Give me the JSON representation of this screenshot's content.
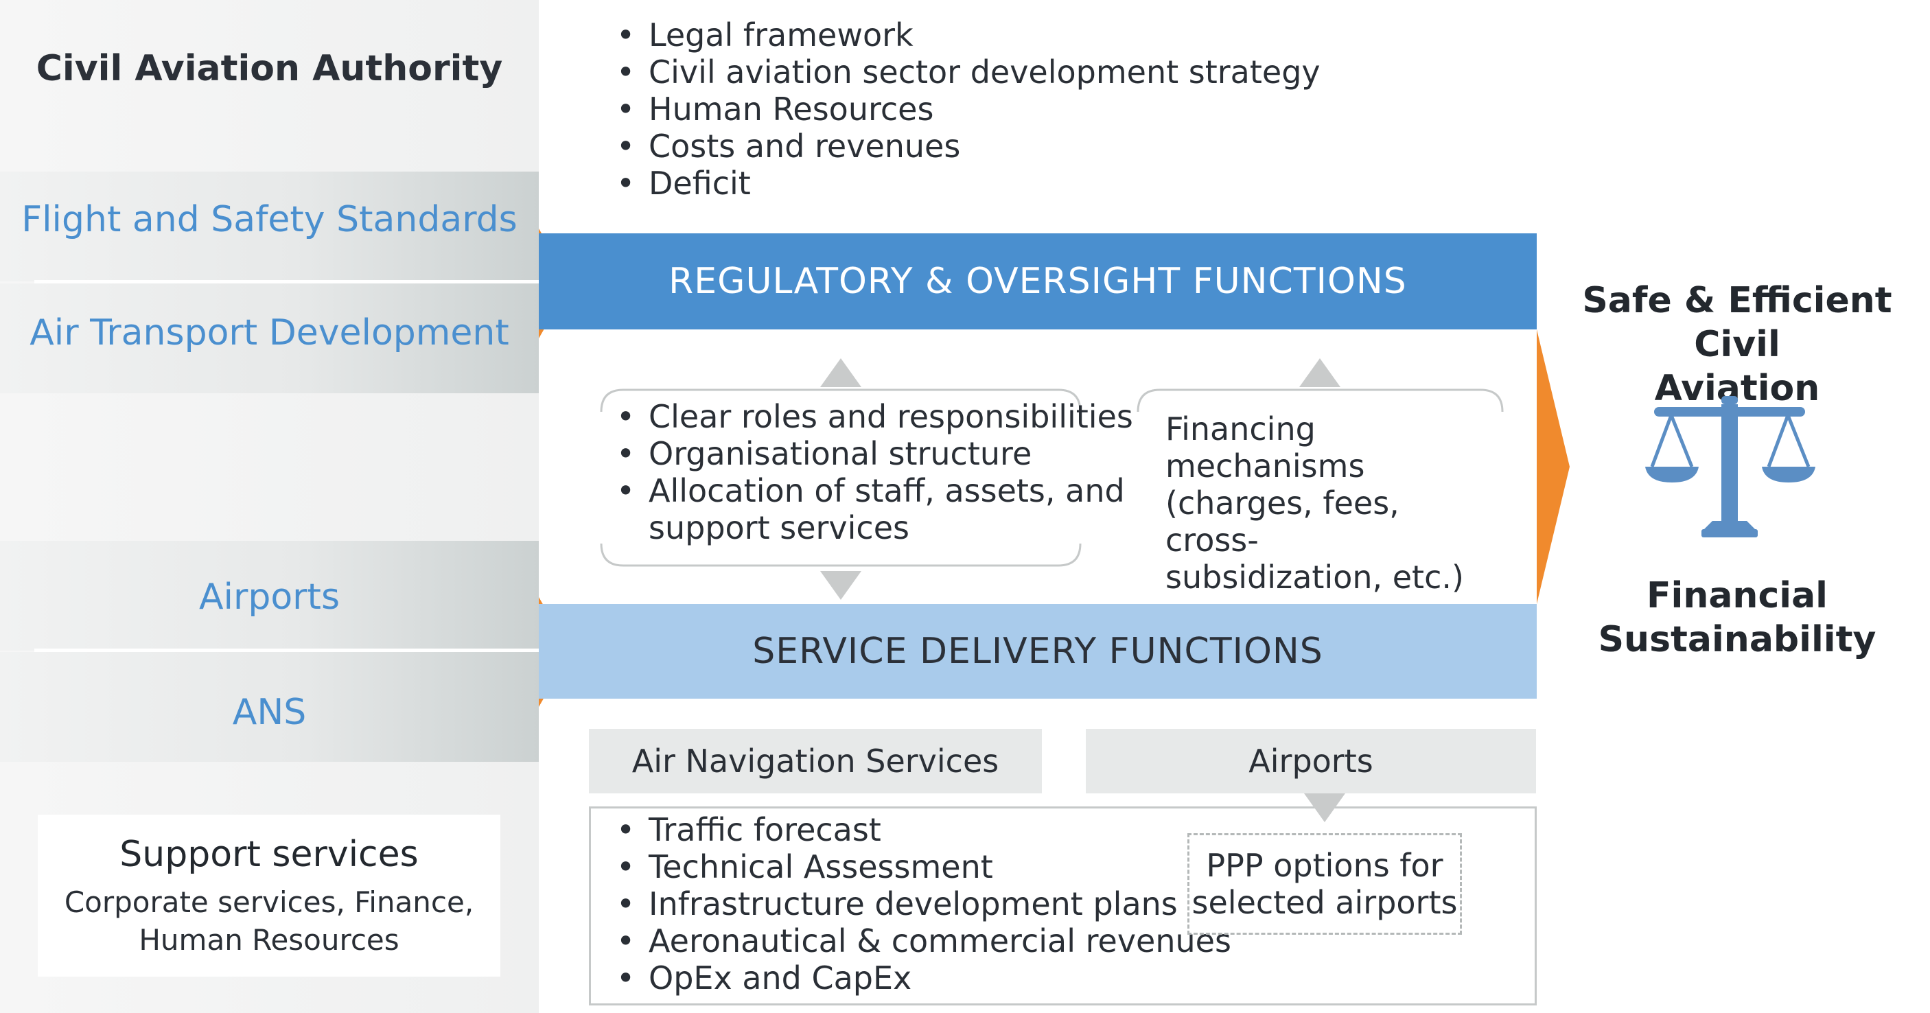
{
  "left_panel": {
    "title": "Civil Aviation Authority",
    "bands": [
      {
        "label": "Flight and Safety Standards"
      },
      {
        "label": "Air Transport Development"
      },
      {
        "label": "Airports"
      },
      {
        "label": "ANS"
      }
    ],
    "support": {
      "title": "Support services",
      "lines": [
        "Corporate services, Finance,",
        "Human Resources"
      ]
    }
  },
  "top_list": [
    "Legal framework",
    "Civil aviation  sector development strategy",
    "Human Resources",
    "Costs and revenues",
    "Deficit"
  ],
  "regulatory_bar": {
    "label": "REGULATORY & OVERSIGHT FUNCTIONS",
    "color": "#4a8fcf"
  },
  "org_list": [
    "Clear roles and responsibilities",
    "Organisational structure",
    "Allocation of staff, assets, and",
    "support services"
  ],
  "financing_text": [
    "Financing mechanisms",
    "(charges, fees,  cross-",
    "subsidization, etc.)"
  ],
  "service_bar": {
    "label": "SERVICE DELIVERY FUNCTIONS",
    "color": "#a9cbeb"
  },
  "bottom_headers": {
    "ans": "Air Navigation Services",
    "airports": "Airports"
  },
  "bottom_list": [
    "Traffic forecast",
    "Technical Assessment",
    "Infrastructure development plans",
    "Aeronautical & commercial revenues",
    "OpEx and CapEx"
  ],
  "ppp_lines": [
    "PPP options for",
    "selected airports"
  ],
  "outcomes": {
    "safe_lines": [
      "Safe & Efficient Civil",
      "Aviation"
    ],
    "financial_lines": [
      "Financial",
      "Sustainability"
    ]
  },
  "icons": {
    "scales": "scales-of-justice-icon"
  },
  "colors": {
    "accent_orange": "#f08a2d",
    "label_blue": "#4a8fcf",
    "scale_blue": "#5b8ec4"
  }
}
